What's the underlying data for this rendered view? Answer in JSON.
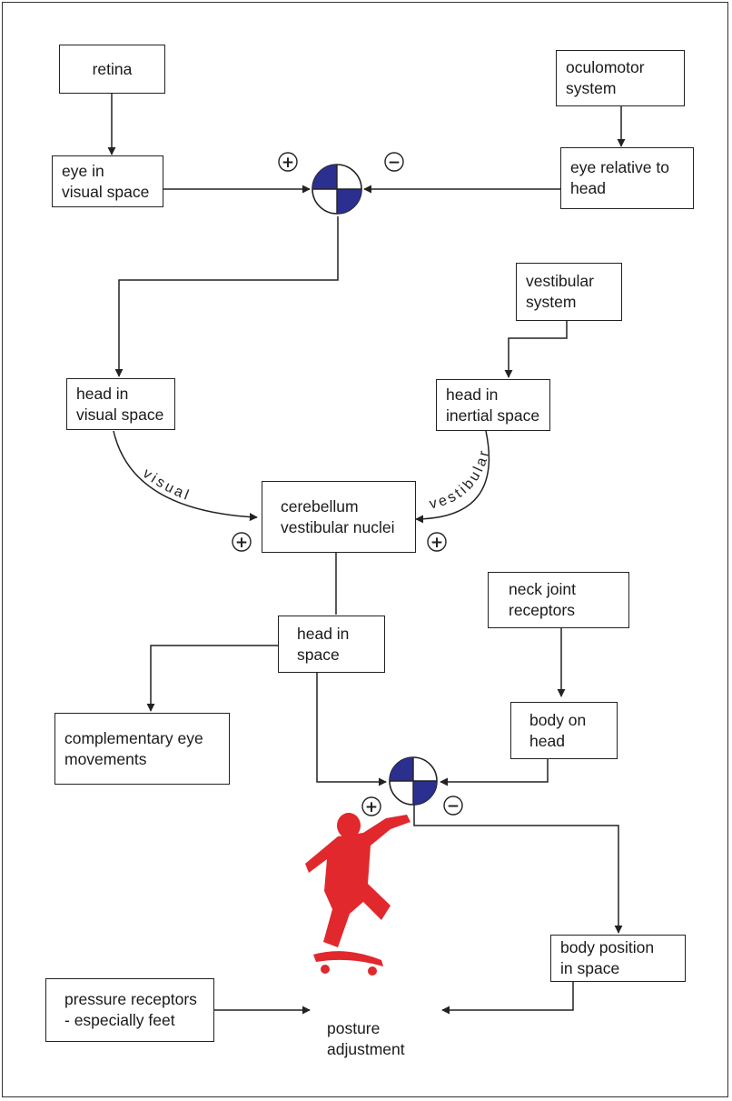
{
  "boxes": {
    "retina": [
      "retina"
    ],
    "oculomotor": [
      "oculomotor",
      "system"
    ],
    "eye_visual": [
      "eye in",
      "visual space"
    ],
    "eye_head": [
      "eye relative to",
      "head"
    ],
    "vestibular": [
      "vestibular",
      "system"
    ],
    "head_visual": [
      "head  in",
      "visual space"
    ],
    "head_inertial": [
      "head  in",
      "inertial space"
    ],
    "cerebellum": [
      "cerebellum",
      "vestibular nuclei"
    ],
    "neck": [
      "neck joint",
      "receptors"
    ],
    "head_space": [
      "head  in",
      "space"
    ],
    "body_head": [
      "body on",
      "head"
    ],
    "complementary": [
      "complementary eye",
      "movements"
    ],
    "body_position": [
      "body position",
      "in space"
    ],
    "pressure": [
      "pressure receptors",
      "- especially feet"
    ]
  },
  "outcome": [
    "posture",
    "adjustment"
  ],
  "curve_labels": {
    "visual": "visual",
    "vestibular": "vestibular"
  },
  "signs": {
    "plus": "+",
    "minus": "−"
  },
  "colors": {
    "comparator_fill": "#2b2f8f",
    "figure": "#e0282d",
    "line": "#222222"
  },
  "figure_icon": "skateboarder-icon"
}
